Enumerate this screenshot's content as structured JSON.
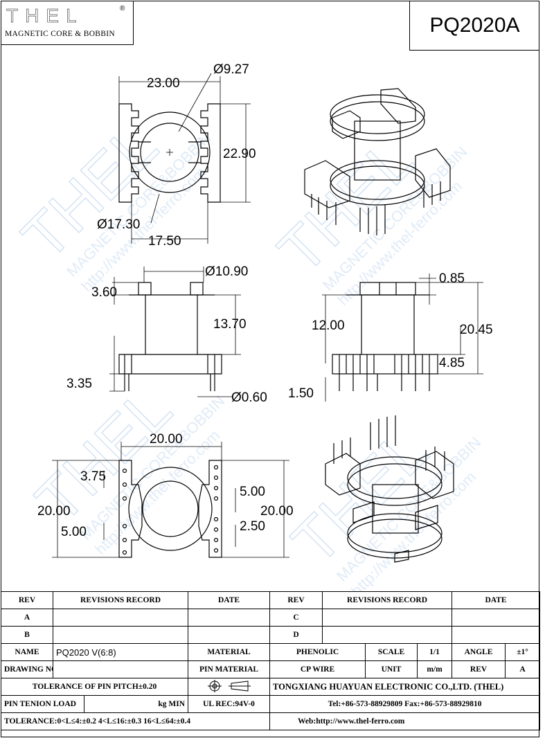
{
  "header": {
    "logo_text": "THEL",
    "logo_reg": "®",
    "logo_subtitle": "MAGNETIC CORE & BOBBIN",
    "part_number": "PQ2020A"
  },
  "watermark": {
    "brand": "THEL",
    "line1": "MAGNETIC CORE&BOBBIN",
    "line2": "http://www.thel-ferro.com"
  },
  "dimensions": {
    "top_width": "23.00",
    "top_core_dia": "Ø9.27",
    "top_height": "22.90",
    "top_outer_dia": "Ø17.30",
    "top_inner_width": "17.50",
    "side_dia": "Ø10.90",
    "side_flange": "3.60",
    "side_height": "13.70",
    "side_pin_len": "3.35",
    "side_pin_dia": "Ø0.60",
    "front_wall": "0.85",
    "front_h1": "12.00",
    "front_total": "20.45",
    "front_pin_row": "4.85",
    "front_pin_len": "1.50",
    "bottom_width": "20.00",
    "bottom_pitch_a": "3.75",
    "bottom_height_left": "20.00",
    "bottom_pitch_b": "5.00",
    "bottom_pitch_c": "5.00",
    "bottom_height_right": "20.00",
    "bottom_pitch_d": "2.50"
  },
  "title_block": {
    "rev_label": "REV",
    "revisions_record_label": "REVISIONS RECORD",
    "date_label": "DATE",
    "rev_a": "A",
    "rev_b": "B",
    "rev_c": "C",
    "rev_d": "D",
    "name_label": "NAME",
    "name_value": "PQ2020 V(6:8)",
    "material_label": "MATERIAL",
    "material_value": "PHENOLIC",
    "scale_label": "SCALE",
    "scale_value": "1/1",
    "angle_label": "ANGLE",
    "angle_value": "±1°",
    "drawing_no_label": "DRAWING NO",
    "pin_material_label": "PIN MATERIAL",
    "pin_material_value": "CP WIRE",
    "unit_label": "UNIT",
    "unit_value": "m/m",
    "rev_label2": "REV",
    "rev_value": "A",
    "tol_pitch": "TOLERANCE OF PIN PITCH±0.20",
    "company": "TONGXIANG HUAYUAN ELECTRONIC CO.,LTD.  (THEL)",
    "pin_tension_label": "PIN TENION LOAD",
    "pin_tension_unit": "kg MIN",
    "ul_rec": "UL REC:94V-0",
    "contact": "Tel:+86-573-88929809 Fax:+86-573-88929810",
    "tolerance": "TOLERANCE:0<L≤4:±0.2  4<L≤16:±0.3  16<L≤64:±0.4",
    "web": "Web:http://www.thel-ferro.com"
  }
}
